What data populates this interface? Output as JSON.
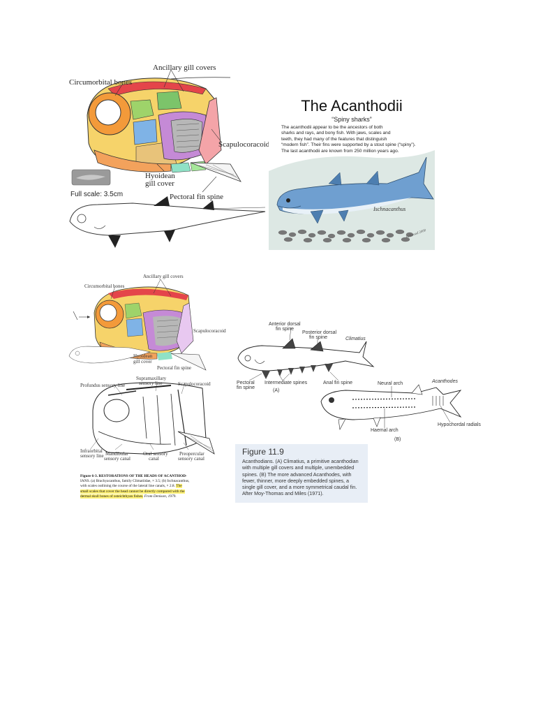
{
  "figure_top": {
    "labels": {
      "ancillary": "Ancillary gill covers",
      "circumorbital": "Circumorbital bones",
      "scapulocoracoid": "Scapulocoracoid",
      "hyoidean_1": "Hyoidean",
      "hyoidean_2": "gill cover",
      "full_scale": "Full scale: 3.5cm",
      "pectoral": "Pectoral fin spine"
    }
  },
  "acanthodii": {
    "title": "The Acanthodii",
    "subtitle": "“Spiny sharks”",
    "lines": [
      "The acanthodii appear to be the ancestors of both",
      "sharks and rays, and bony fish.  With jaws, scales and",
      "teeth, they had many of the features that distinguish",
      "“modern fish”. Their fins were supported by a stout spine (“spiny”).",
      "The last acanthodii are known from 250 million years ago."
    ],
    "species_label": "Ischnacanthus",
    "signature": "Bellwood 2008"
  },
  "figure_6_3": {
    "labels": {
      "ancillary": "Ancillary gill covers",
      "circumorbital": "Circumorbital bones",
      "scapulocoracoid": "Scapulocoracoid",
      "hyoidean_1": "Hyoidean",
      "hyoidean_2": "gill cover",
      "pectoral": "Pectoral fin spine",
      "supramaxillary_1": "Supramaxillary",
      "supramaxillary_2": "sensory line",
      "profundus": "Profundus sensory line",
      "scapulocoracoid_2": "Scapulocoracoid",
      "infraorbital_1": "Infraorbital",
      "infraorbital_2": "sensory line",
      "mandibular_1": "Mandibular",
      "mandibular_2": "sensory canal",
      "oral_1": "Oral sensory",
      "oral_2": "canal",
      "preopercular_1": "Preopercular",
      "preopercular_2": "sensory canal"
    },
    "caption_line1": "Figure 6-3.  RESTORATIONS OF THE HEADS OF ACANTHOD-",
    "caption_line2": "IANS. (a) Brachyacanthus, family Climatiidae, × 3.5; (b) Ischnacanthus,",
    "caption_line3a": "with scales outlining the course of the lateral line canals, × 2.8. ",
    "caption_line3b": "The",
    "caption_line4": "small scales that cover the head cannot be directly compared with the",
    "caption_line5a": "dermal skull bones of osteichthyan fishes.",
    "caption_line5b": " From Denison, 1979."
  },
  "figure_11_9": {
    "labels": {
      "anterior_1": "Anterior dorsal",
      "anterior_2": "fin spine",
      "posterior_1": "Posterior dorsal",
      "posterior_2": "fin spine",
      "climatius": "Climatius",
      "pectoral_1": "Pectoral",
      "pectoral_2": "fin spine",
      "intermediate": "Intermediate spines",
      "anal": "Anal fin spine",
      "part_a": "(A)",
      "neural": "Neural arch",
      "acanthodes": "Acanthodes",
      "haemal": "Haemal arch",
      "hypochordal": "Hypochordal radials",
      "part_b": "(B)"
    },
    "title": "Figure 11.9",
    "caption_lines": [
      "Acanthodians. (A) Climatius, a primitive acanthodian",
      "with multiple gill covers and multiple, unembedded",
      "spines. (B) The more advanced Acanthodes, with",
      "fewer, thinner, more deeply embedded spines, a",
      "single gill cover, and a more symmetrical caudal fin.",
      "After Moy-Thomas and Miles (1971)."
    ]
  },
  "colors": {
    "highlight": "#fff176",
    "caption_box": "#e8eef6",
    "fish_blue": "#6f9fd0",
    "fin_pink": "#f4a4a8"
  }
}
